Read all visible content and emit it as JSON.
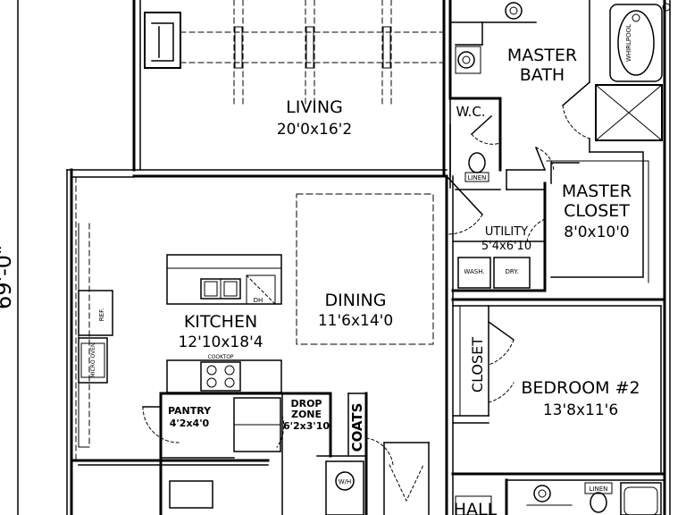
{
  "overall_dimension": "69'-0\"",
  "rooms": {
    "living": {
      "name": "LIVING",
      "dims": "20'0x16'2"
    },
    "master_bath": {
      "name_line1": "MASTER",
      "name_line2": "BATH"
    },
    "wc": {
      "name": "W.C."
    },
    "master_closet": {
      "name_line1": "MASTER",
      "name_line2": "CLOSET",
      "dims": "8'0x10'0"
    },
    "utility": {
      "name": "UTILITY",
      "dims": "5'4x6'10"
    },
    "dining": {
      "name": "DINING",
      "dims": "11'6x14'0"
    },
    "kitchen": {
      "name": "KITCHEN",
      "dims": "12'10x18'4"
    },
    "pantry": {
      "name": "PANTRY",
      "dims": "4'2x4'0"
    },
    "drop_zone": {
      "name_line1": "DROP",
      "name_line2": "ZONE",
      "dims": "6'2x3'10"
    },
    "coats": {
      "name": "COATS"
    },
    "closet": {
      "name": "CLOSET"
    },
    "bedroom2": {
      "name": "BEDROOM #2",
      "dims": "13'8x11'6"
    },
    "hall": {
      "name": "HALL"
    }
  },
  "fixtures": {
    "linen1": "LINEN",
    "linen2": "LINEN",
    "wash": "WASH.",
    "dry": "DRY.",
    "dh": "DH",
    "ref": "REF.",
    "cooktop": "COOKTOP",
    "wh": "W/H",
    "whirlpool": "WHIRLPOOL",
    "micro_oven": "MICRO OVEN"
  }
}
